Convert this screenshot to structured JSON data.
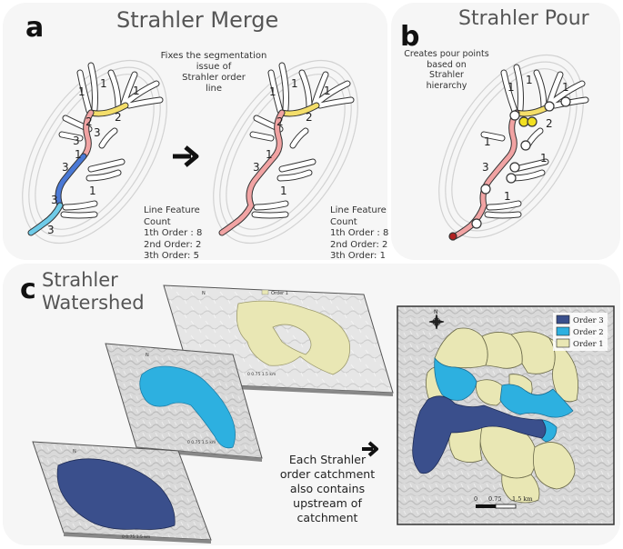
{
  "panel_a": {
    "label": "a",
    "title": "Strahler Merge",
    "note": "Fixes the segmentation\nissue of\nStrahler order\nline",
    "left_counts": {
      "heading": "Line Feature\nCount",
      "first": "1th Order : 8",
      "second": "2nd Order: 2",
      "third": "3th Order:  5"
    },
    "right_counts": {
      "heading": "Line Feature\nCount",
      "first": "1th Order : 8",
      "second": "2nd Order: 2",
      "third": "3th Order:  1"
    },
    "arrow_icon": "right-arrow-icon"
  },
  "panel_b": {
    "label": "b",
    "title": "Strahler Pour",
    "note": "Creates pour points\nbased on\nStrahler\nhierarchy"
  },
  "panel_c": {
    "label": "c",
    "title": "Strahler\nWatershed",
    "layer_legend": "Order 1",
    "scale_text": "0   0.75   1.5 km",
    "description": "Each Strahler\norder catchment\nalso contains\nupstream of\ncatchment",
    "legend": [
      {
        "label": "Order 3",
        "color": "#3a4f8c"
      },
      {
        "label": "Order 2",
        "color": "#2db0e0"
      },
      {
        "label": "Order 1",
        "color": "#e9e7b4"
      }
    ],
    "map_scale": {
      "t0": "0",
      "t1": "0.75",
      "t2": "1.5 km"
    },
    "compass": "N"
  },
  "orders": {
    "one": "1",
    "two": "2",
    "three": "3"
  },
  "colors": {
    "order1_line": "#ffffff",
    "order2_line": "#f4de6a",
    "order3_line": "#f1a3a3",
    "blue_line": "#4a79d6",
    "cyan_line": "#6fcbe8",
    "outlet": "#b02020"
  }
}
